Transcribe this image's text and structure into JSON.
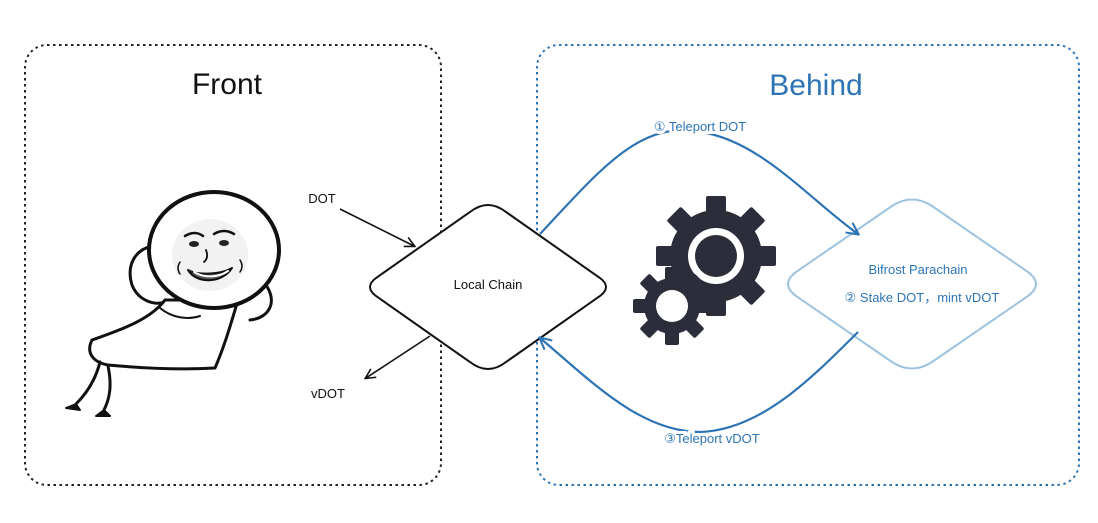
{
  "front": {
    "title": "Front",
    "dot_label": "DOT",
    "vdot_label": "vDOT"
  },
  "behind": {
    "title": "Behind",
    "step1_label": "① Teleport DOT",
    "step3_label": "③Teleport vDOT"
  },
  "local_chain": {
    "label": "Local Chain"
  },
  "parachain": {
    "title": "Bifrost Parachain",
    "step2_label": "② Stake DOT，mint vDOT"
  },
  "colors": {
    "front_border": "#222222",
    "behind_border": "#2e74b5",
    "behind_title": "#2e74b5",
    "flow_arrow": "#2e74b5",
    "parachain_border": "#9cc3e0",
    "gear": "#2b2d3a",
    "ink": "#111111"
  },
  "icons": {
    "character": "lounging-meme-character-icon",
    "gears": "gears-icon"
  }
}
